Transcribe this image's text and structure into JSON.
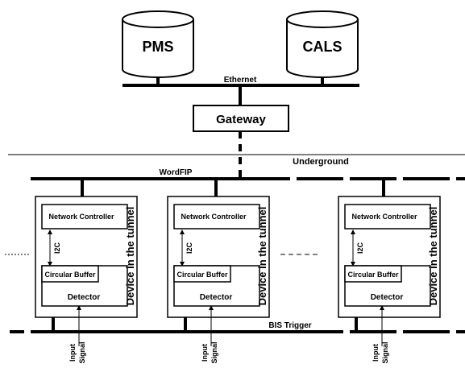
{
  "databases": [
    {
      "label": "PMS"
    },
    {
      "label": "CALS"
    }
  ],
  "ethernet_label": "Ethernet",
  "gateway_label": "Gateway",
  "underground_label": "Underground",
  "wordfip_label": "WordFIP",
  "bis_trigger_label": "BIS Trigger",
  "devices": [
    {
      "device_label": "Device in the tunnel",
      "network_controller_label": "Network Controller",
      "i2c_label": "I2C",
      "circular_buffer_label": "Circular Buffer",
      "detector_label": "Detector",
      "input_signal_line1": "Input",
      "input_signal_line2": "Signal"
    },
    {
      "device_label": "Device in the tunnel",
      "network_controller_label": "Network Controller",
      "i2c_label": "I2C",
      "circular_buffer_label": "Circular Buffer",
      "detector_label": "Detector",
      "input_signal_line1": "Input",
      "input_signal_line2": "Signal"
    },
    {
      "device_label": "Device in the tunnel",
      "network_controller_label": "Network Controller",
      "i2c_label": "I2C",
      "circular_buffer_label": "Circular Buffer",
      "detector_label": "Detector",
      "input_signal_line1": "Input",
      "input_signal_line2": "Signal"
    }
  ]
}
